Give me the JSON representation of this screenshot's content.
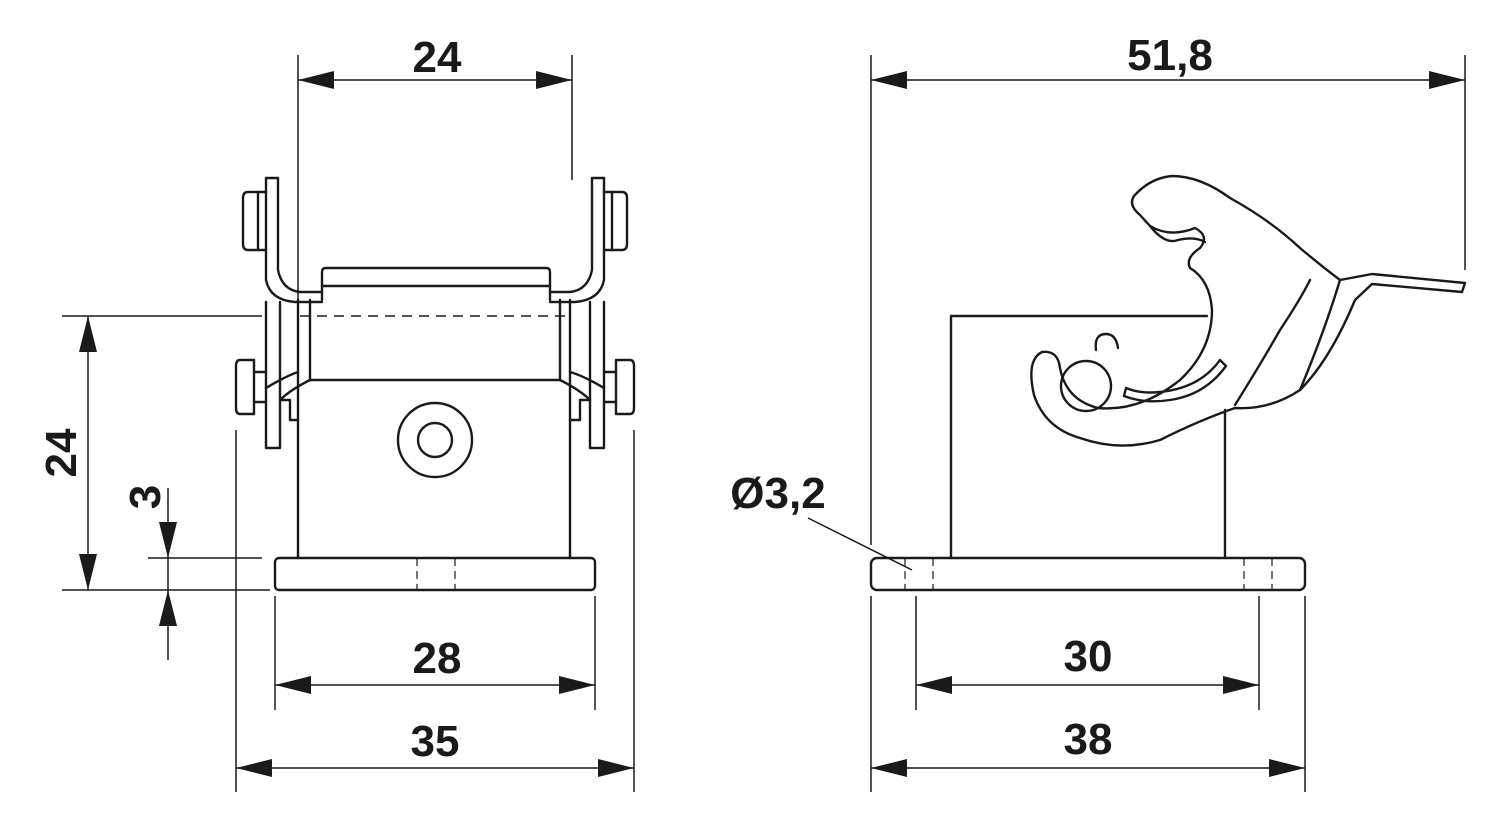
{
  "dimensions": {
    "front_top_width": "24",
    "front_height": "24",
    "front_flange_thickness": "3",
    "front_hole_spacing": "28",
    "front_base_width": "35",
    "side_overall_length": "51,8",
    "side_hole_diameter": "Ø3,2",
    "side_hole_spacing": "30",
    "side_base_width": "38"
  }
}
